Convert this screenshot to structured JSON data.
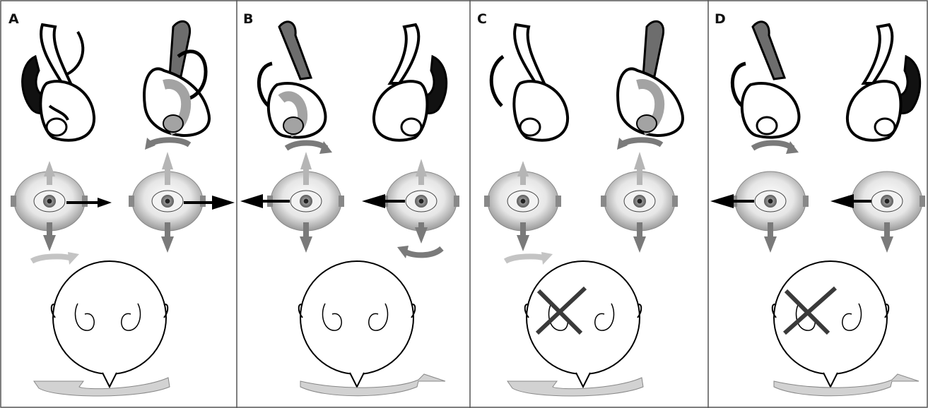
{
  "panels": [
    {
      "label": "A",
      "rotation_direction": "right",
      "right_labyrinth_lesioned": false,
      "left_labyrinth_lesioned": false
    },
    {
      "label": "B",
      "rotation_direction": "left",
      "right_labyrinth_lesioned": false,
      "left_labyrinth_lesioned": false
    },
    {
      "label": "C",
      "rotation_direction": "right",
      "right_labyrinth_lesioned": true,
      "left_labyrinth_lesioned": false
    },
    {
      "label": "D",
      "rotation_direction": "left",
      "right_labyrinth_lesioned": true,
      "left_labyrinth_lesioned": false
    }
  ],
  "colors": {
    "border": "#555555",
    "canal_dark": "#111111",
    "canal_mid": "#6d6d6d",
    "canal_light": "#a3a3a3",
    "arrow_light": "#c4c4c4",
    "arrow_dark": "#7a7a7a",
    "head_arrow": "#d2d2d2",
    "lesion_cross": "#3a3a3a"
  }
}
